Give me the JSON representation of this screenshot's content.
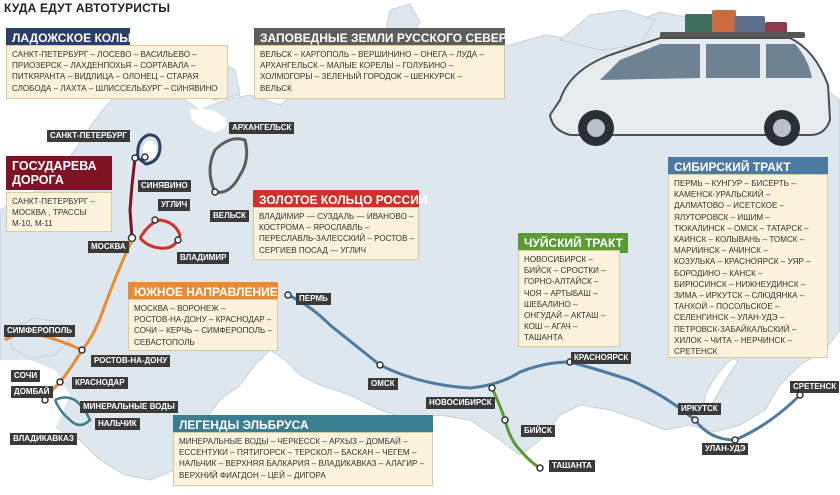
{
  "header": {
    "title": "КУДА ЕДУТ АВТОТУРИСТЫ"
  },
  "colors": {
    "land": "#dfe7ee",
    "land_dark": "#c8d3dd",
    "ladoga": "#2b3f66",
    "north": "#5d5d5d",
    "gosudareva": "#7d1325",
    "golden_ring": "#d0322b",
    "south": "#ea8a35",
    "chuysky": "#5a9b36",
    "siberian": "#4d7aa0",
    "elbrus": "#3b7f8f",
    "card_bg": "#fbf2dc"
  },
  "routes": {
    "ladoga": {
      "title": "ЛАДОЖСКОЕ КОЛЬЦО",
      "lines": [
        "САНКТ-ПЕТЕРБУРГ – ЛОСЕВО – ВАСИЛЬЕВО –",
        "ПРИОЗЕРСК – ЛАХДЕНПОХЬЯ – СОРТАВАЛА –",
        "ПИТКЯРАНТА – ВИДЛИЦА – ОЛОНЕЦ – СТАРАЯ",
        "СЛОБОДА – ЛАХТА – ШЛИССЕЛЬБУРГ – СИНЯВИНО"
      ]
    },
    "north": {
      "title": "ЗАПОВЕДНЫЕ ЗЕМЛИ РУССКОГО СЕВЕРА",
      "lines": [
        "ВЕЛЬСК – КАРГОПОЛЬ – ВЕРШИНИНО – ОНЕГА – ЛУДА –",
        "АРХАНГЕЛЬСК – МАЛЫЕ КОРЕЛЫ – ГОЛУБИНО –",
        "ХОЛМОГОРЫ – ЗЕЛЕНЫЙ ГОРОДОК – ШЕНКУРСК –",
        "ВЕЛЬСК"
      ]
    },
    "gosudareva": {
      "title_lines": [
        "ГОСУДАРЕВА",
        "ДОРОГА"
      ],
      "lines": [
        "САНКТ-ПЕТЕРБУРГ –",
        "МОСКВА , ТРАССЫ",
        "М-10, М-11"
      ]
    },
    "golden_ring": {
      "title": "ЗОЛОТОЕ КОЛЬЦО РОССИИ",
      "lines": [
        "ВЛАДИМИР — СУЗДАЛЬ — ИВАНОВО –",
        "КОСТРОМА – ЯРОСЛАВЛЬ –",
        "ПЕРЕСЛАВЛЬ-ЗАЛЕССКИЙ – РОСТОВ –",
        "СЕРГИЕВ ПОСАД — УГЛИЧ"
      ]
    },
    "south": {
      "title": "ЮЖНОЕ НАПРАВЛЕНИЕ",
      "lines": [
        "МОСКВА – ВОРОНЕЖ –",
        "РОСТОВ-НА-ДОНУ – КРАСНОДАР –",
        "СОЧИ – КЕРЧЬ – СИМФЕРОПОЛЬ –",
        "СЕВАСТОПОЛЬ"
      ]
    },
    "chuysky": {
      "title": "ЧУЙСКИЙ ТРАКТ",
      "lines": [
        "НОВОСИБИРСК –",
        "БИЙСК – СРОСТКИ –",
        "ГОРНО-АЛТАЙСК –",
        "ЧОЯ – АРТЫБАШ –",
        "ШЕБАЛИНО –",
        "ОНГУДАЙ – АКТАШ –",
        "КОШ – АГАЧ –",
        "ТАШАНТА"
      ]
    },
    "siberian": {
      "title": "СИБИРСКИЙ ТРАКТ",
      "lines": [
        "ПЕРМЬ – КУНГУР – БИСЕРТЬ –",
        "КАМЕНСК-УРАЛЬСКИЙ –",
        "ДАЛМАТОВО – ИСЕТСКОЕ –",
        "ЯЛУТОРОВСК – ИШИМ –",
        "ТЮКАЛИНСК – ОМСК – ТАТАРСК –",
        "КАИНСК – КОЛЫВАНЬ – ТОМСК –",
        "МАРИИНСК – АЧИНСК –",
        "КОЗУЛЬКА – КРАСНОЯРСК – УЯР –",
        "БОРОДИНО – КАНСК –",
        "БИРЮСИНСК – НИЖНЕУДИНСК –",
        "ЗИМА – ИРКУТСК – СЛЮДЯНКА –",
        "ТАНХОЙ – ПОСОЛЬСКОЕ –",
        "СЕЛЕНГИНСК – УЛАН-УДЭ –",
        "ПЕТРОВСК-ЗАБАЙКАЛЬСКИЙ –",
        "ХИЛОК – ЧИТА – НЕРЧИНСК –",
        "СРЕТЕНСК"
      ]
    },
    "elbrus": {
      "title": "ЛЕГЕНДЫ ЭЛЬБРУСА",
      "lines": [
        "МИНЕРАЛЬНЫЕ ВОДЫ – ЧЕРКЕССК – АРХЫЗ – ДОМБАЙ –",
        "ЕССЕНТУКИ – ПЯТИГОРСК – ТЕРСКОЛ – БАСКАН – ЧЕГЕМ –",
        "НАЛЬЧИК – ВЕРХНЯЯ БАЛКАРИЯ – ВЛАДИКАВКАЗ – АЛАГИР –",
        "ВЕРХНИЙ ФИАГДОН – ЦЕЙ – ДИГОРА"
      ]
    }
  },
  "cities": {
    "spb": "САНКТ-ПЕТЕРБУРГ",
    "arkhangelsk": "АРХАНГЕЛЬСК",
    "sinyavino": "СИНЯВИНО",
    "uglich": "УГЛИЧ",
    "velsk": "ВЕЛЬСК",
    "moscow": "МОСКВА",
    "vladimir": "ВЛАДИМИР",
    "perm": "ПЕРМЬ",
    "simferopol": "СИМФЕРОПОЛЬ",
    "rostov": "РОСТОВ-НА-ДОНУ",
    "krasnodar": "КРАСНОДАР",
    "sochi": "СОЧИ",
    "dombai": "ДОМБАЙ",
    "minvody": "МИНЕРАЛЬНЫЕ ВОДЫ",
    "nalchik": "НАЛЬЧИК",
    "vladikavkaz": "ВЛАДИКАВКАЗ",
    "omsk": "ОМСК",
    "novosibirsk": "НОВОСИБИРСК",
    "krasnoyarsk": "КРАСНОЯРСК",
    "biysk": "БИЙСК",
    "tashanta": "ТАШАНТА",
    "irkutsk": "ИРКУТСК",
    "ulanude": "УЛАН-УДЭ",
    "sretensk": "СРЕТЕНСК"
  }
}
